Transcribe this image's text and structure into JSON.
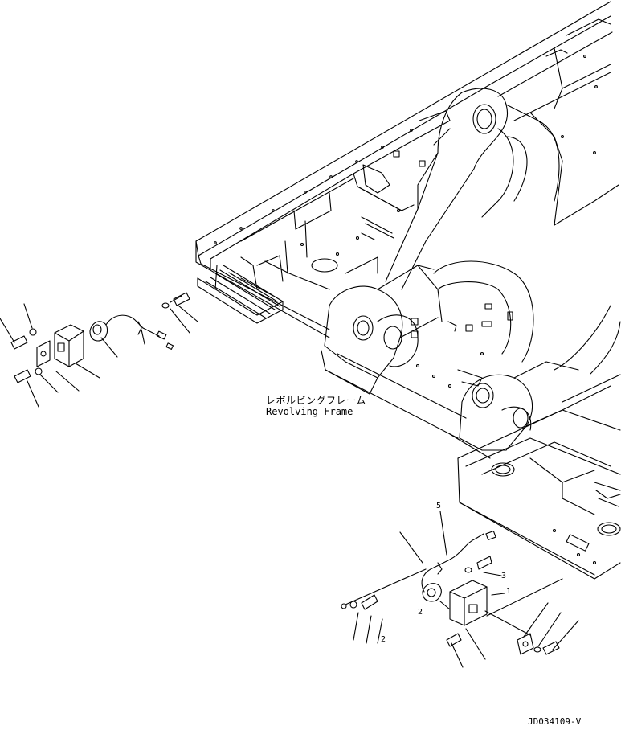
{
  "caption_jp": "レボルビングフレーム",
  "caption_en": "Revolving Frame",
  "drawing_code": "JD034109-V",
  "ref_labels": {
    "r1": "5",
    "r2": "3",
    "r3": "1",
    "r4": "2",
    "r5": "2"
  },
  "colors": {
    "line": "#000000",
    "background": "#ffffff"
  }
}
